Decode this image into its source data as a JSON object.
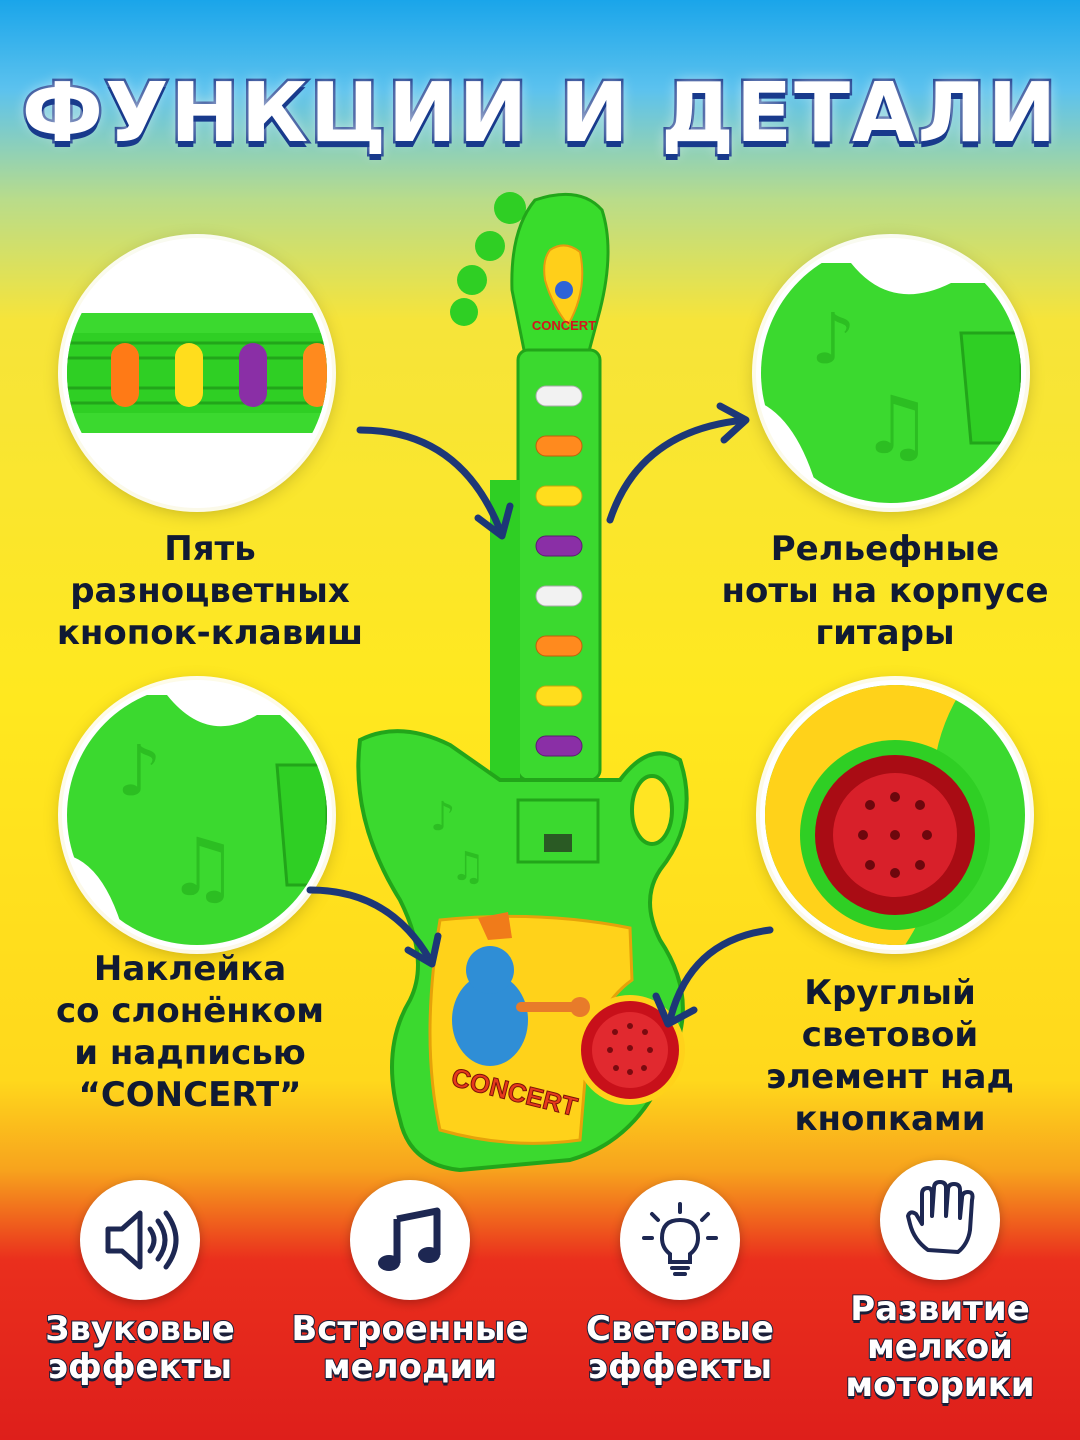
{
  "title": "ФУНКЦИИ И ДЕТАЛИ",
  "guitar": {
    "head_logo": "CONCERT",
    "sticker_text": "CONCERT"
  },
  "callouts": {
    "buttons": {
      "lines": [
        "Пять",
        "разноцветных",
        "кнопок-клавиш"
      ]
    },
    "notes": {
      "lines": [
        "Рельефные",
        "ноты на корпусе",
        "гитары"
      ]
    },
    "sticker": {
      "lines": [
        "Наклейка",
        "со слонёнком",
        "и надписью",
        "“CONCERT”"
      ]
    },
    "light": {
      "lines": [
        "Круглый",
        "световой",
        "элемент над",
        "кнопками"
      ]
    }
  },
  "features": [
    {
      "icon": "speaker-icon",
      "lines": [
        "Звуковые",
        "эффекты"
      ]
    },
    {
      "icon": "music-note-icon",
      "lines": [
        "Встроенные",
        "мелодии"
      ]
    },
    {
      "icon": "light-bulb-icon",
      "lines": [
        "Световые",
        "эффекты"
      ]
    },
    {
      "icon": "hand-icon",
      "lines": [
        "Развитие",
        "мелкой",
        "моторики"
      ]
    }
  ],
  "colors": {
    "guitar_green": "#33d629",
    "title_outline": "#183a8c",
    "arrow": "#1d3777",
    "light_red": "#c8101a"
  }
}
